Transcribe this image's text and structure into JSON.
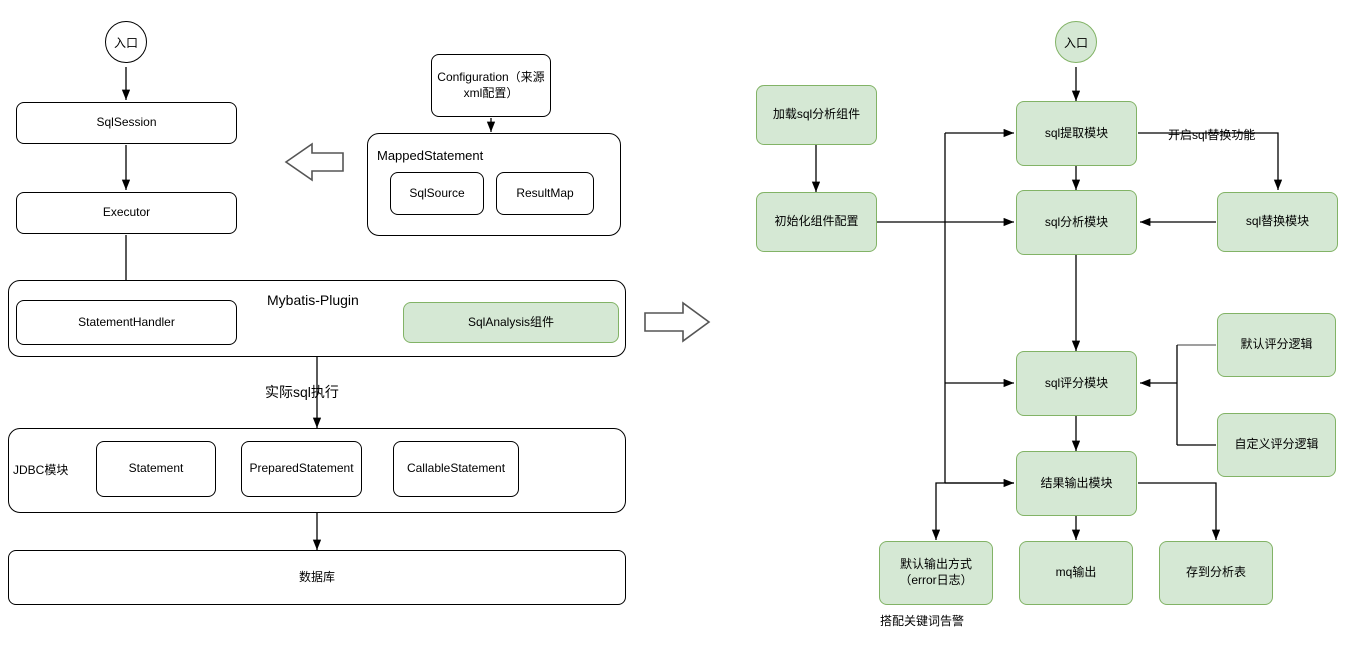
{
  "diagram": {
    "title": "Mybatis SqlAnalysis architecture and sql analysis component flow",
    "colors": {
      "green_fill": "#d5e8d4",
      "green_stroke": "#82b366",
      "default_fill": "#ffffff",
      "default_stroke": "#000000",
      "arrow_stroke": "#000000",
      "block_arrow_stroke": "#666666"
    },
    "left_panel": {
      "entry": {
        "label": "入口"
      },
      "nodes": [
        {
          "id": "sqlsession",
          "label": "SqlSession"
        },
        {
          "id": "executor",
          "label": "Executor"
        },
        {
          "id": "statement-handler",
          "label": "StatementHandler"
        },
        {
          "id": "sql-analysis-component",
          "label": "SqlAnalysis组件"
        },
        {
          "id": "configuration",
          "label": "Configuration（来源\nxml配置）"
        },
        {
          "id": "sqlsource",
          "label": "SqlSource"
        },
        {
          "id": "resultmap",
          "label": "ResultMap"
        },
        {
          "id": "statement",
          "label": "Statement"
        },
        {
          "id": "prepared-statement",
          "label": "PreparedStatement"
        },
        {
          "id": "callable-statement",
          "label": "CallableStatement"
        },
        {
          "id": "database",
          "label": "数据库"
        }
      ],
      "containers": [
        {
          "id": "mybatis-plugin",
          "label": "Mybatis-Plugin"
        },
        {
          "id": "mapped-statement",
          "label": "MappedStatement"
        },
        {
          "id": "jdbc-module",
          "label": "JDBC模块"
        }
      ],
      "edge_labels": [
        {
          "id": "actual-sql-exec",
          "label": "实际sql执行"
        }
      ]
    },
    "right_panel": {
      "entry": {
        "label": "入口"
      },
      "nodes": [
        {
          "id": "load-sql-analysis-component",
          "label": "加载sql分析组件"
        },
        {
          "id": "init-component-config",
          "label": "初始化组件配置"
        },
        {
          "id": "sql-extract-module",
          "label": "sql提取模块"
        },
        {
          "id": "sql-analysis-module",
          "label": "sql分析模块"
        },
        {
          "id": "sql-replace-module",
          "label": "sql替换模块"
        },
        {
          "id": "sql-score-module",
          "label": "sql评分模块"
        },
        {
          "id": "result-output-module",
          "label": "结果输出模块"
        },
        {
          "id": "default-score-logic",
          "label": "默认评分逻辑"
        },
        {
          "id": "custom-score-logic",
          "label": "自定义评分逻辑"
        },
        {
          "id": "default-output",
          "label": "默认输出方式\n（error日志）"
        },
        {
          "id": "mq-output",
          "label": "mq输出"
        },
        {
          "id": "save-analysis-table",
          "label": "存到分析表"
        }
      ],
      "edge_labels": [
        {
          "id": "enable-sql-replace",
          "label": "开启sql替换功能"
        }
      ],
      "annotations": [
        {
          "id": "keyword-alarm-note",
          "label": "搭配关键词告警"
        }
      ]
    }
  }
}
